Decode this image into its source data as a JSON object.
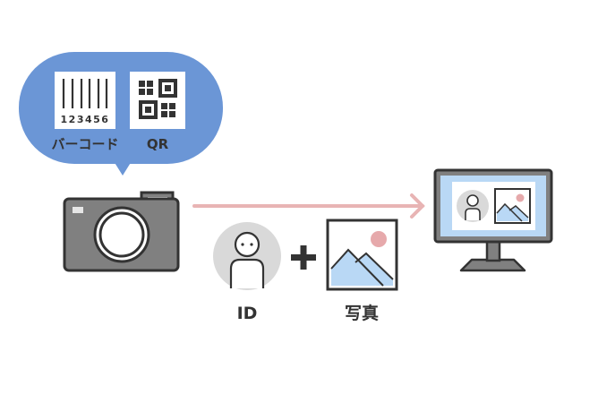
{
  "bubble": {
    "barcode_digits": "123456",
    "barcode_label": "バーコード",
    "qr_label": "QR"
  },
  "labels": {
    "id": "ID",
    "photo": "写真"
  },
  "colors": {
    "bubble": "#6b96d6",
    "arrow": "#e8b4b4",
    "sun": "#e6a9ab",
    "mountain": "#b9d8f5",
    "screen": "#b9d8f5",
    "device": "#808080",
    "avatar_bg": "#d9d9d9",
    "outline": "#333333"
  },
  "icons": [
    "barcode-icon",
    "qr-code-icon",
    "camera-icon",
    "arrow-right-icon",
    "person-icon",
    "plus-icon",
    "photo-icon",
    "monitor-icon"
  ]
}
